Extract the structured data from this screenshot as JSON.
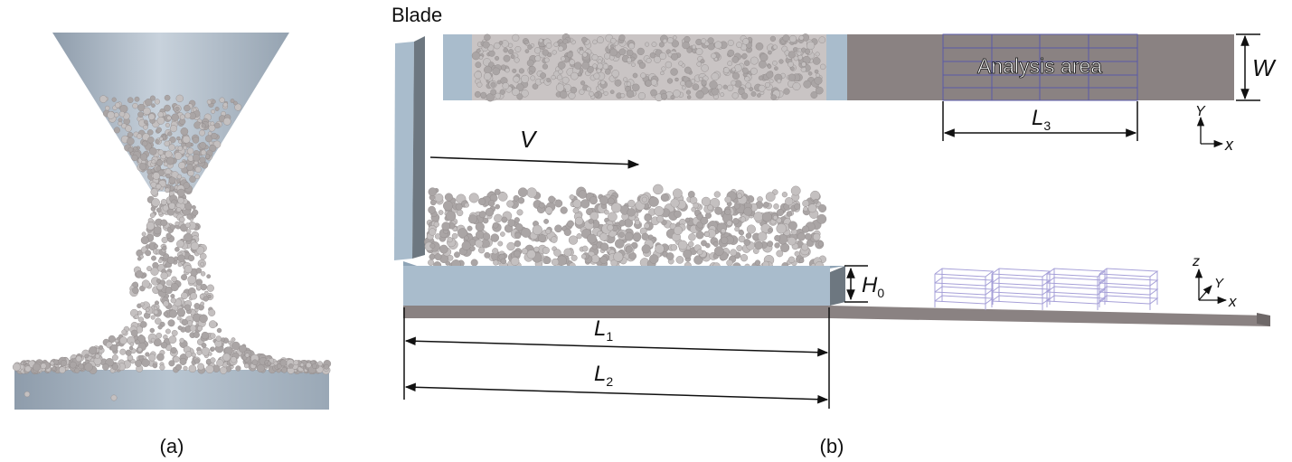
{
  "panel_a": {
    "caption": "(a)"
  },
  "panel_b": {
    "caption": "(b)",
    "blade_label": "Blade",
    "velocity_label": "V",
    "analysis_label": "Analysis area",
    "width_label": "W",
    "l3": {
      "main": "L",
      "sub": "3"
    },
    "l1": {
      "main": "L",
      "sub": "1"
    },
    "l2": {
      "main": "L",
      "sub": "2"
    },
    "h0": {
      "main": "H",
      "sub": "0"
    },
    "axes_top": {
      "y": "Y",
      "x": "x"
    },
    "axes_bottom": {
      "z": "z",
      "y": "Y",
      "x": "x"
    }
  },
  "colors": {
    "steel_blue": "#a9bccc",
    "steel_blue_dark": "#8fa4b6",
    "plate_grey": "#8a8282",
    "blade_dark": "#6d7780",
    "particle": "#bcb8b8",
    "grid_line": "#5a5aa8"
  }
}
